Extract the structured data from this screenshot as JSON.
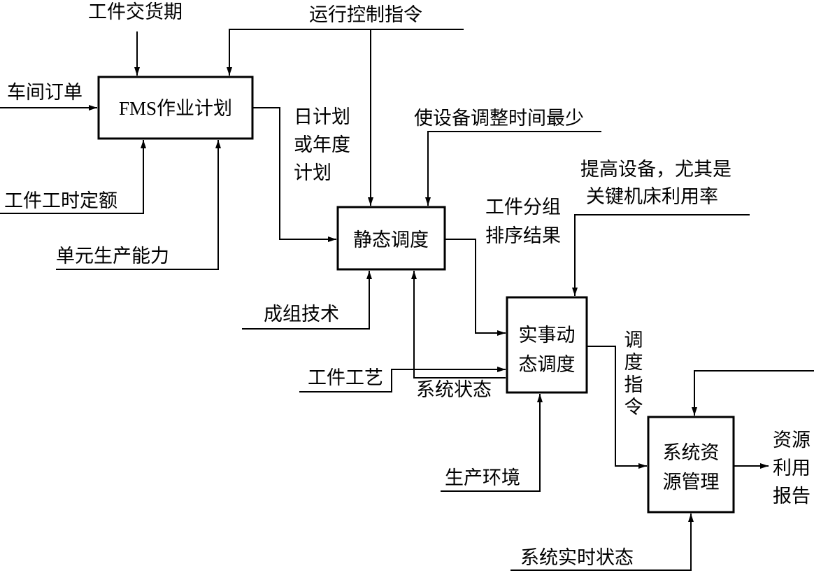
{
  "boxes": {
    "fms_prefix": "FMS",
    "fms_suffix": "作业计划",
    "static": "静态调度",
    "realtime_l1": "实事动",
    "realtime_l2": "态调度",
    "resource_l1": "系统资",
    "resource_l2": "源管理"
  },
  "inputs": {
    "delivery": "工件交货期",
    "run_control": "运行控制指令",
    "workshop_order": "车间订单",
    "work_hours": "工件工时定额",
    "unit_capacity": "单元生产能力",
    "min_adjust": "使设备调整时间最少",
    "group_tech": "成组技术",
    "process": "工件工艺",
    "system_status": "系统状态",
    "improve_l1": "提高设备，尤其是",
    "improve_l2": "关键机床利用率",
    "prod_env": "生产环境",
    "realtime_status": "系统实时状态"
  },
  "flows": {
    "plan_l1": "日计划",
    "plan_l2": "或年度",
    "plan_l3": "计划",
    "group_l1": "工件分组",
    "group_l2": "排序结果",
    "cmd_1": "调",
    "cmd_2": "度",
    "cmd_3": "指",
    "cmd_4": "令",
    "report_l1": "资源",
    "report_l2": "利用",
    "report_l3": "报告"
  }
}
